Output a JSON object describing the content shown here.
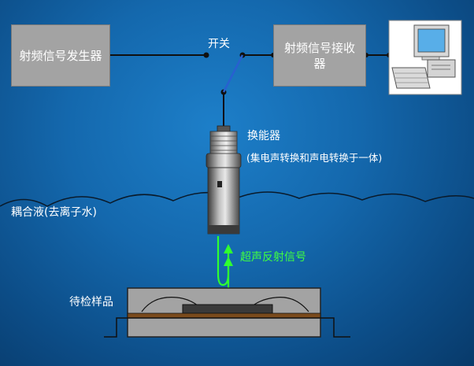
{
  "labels": {
    "generator": "射频信号发生器",
    "switch": "开关",
    "receiver": "射频信号接收器",
    "transducer": "换能器",
    "transducer_note": "(集电声转换和声电转换于一体)",
    "couplant": "耦合液(去离子水)",
    "echo": "超声反射信号",
    "sample": "待检样品"
  },
  "colors": {
    "box_fill": "#a3a3a3",
    "wire": "#101010",
    "switch_arm": "#2860d0",
    "echo_arrow": "#30ff30",
    "sample_layer": "#7a4a1c"
  }
}
